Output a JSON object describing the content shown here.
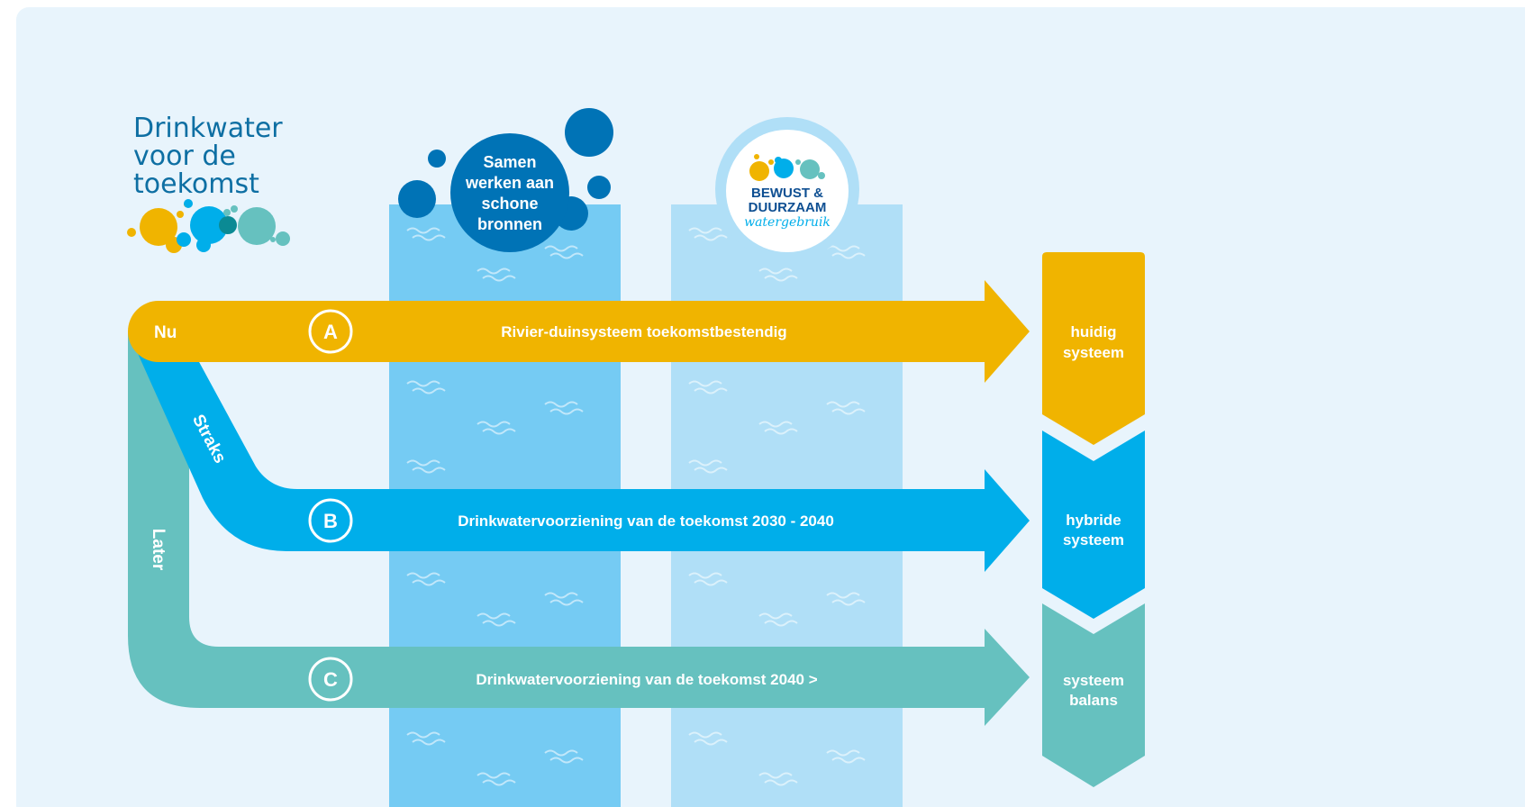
{
  "logo": {
    "line1": "Drinkwater",
    "line2": "voor de",
    "line3": "toekomst"
  },
  "bubble": {
    "line1": "Samen",
    "line2": "werken aan",
    "line3": "schone",
    "line4": "bronnen"
  },
  "badge": {
    "line1": "BEWUST &",
    "line2": "DUURZAAM",
    "line3": "watergebruik"
  },
  "routes": {
    "a": {
      "letter": "A",
      "label": "Rivier-duinsysteem toekomstbestendig",
      "time": "Nu"
    },
    "b": {
      "letter": "B",
      "label": "Drinkwatervoorziening van de toekomst 2030 - 2040",
      "time": "Straks"
    },
    "c": {
      "letter": "C",
      "label": "Drinkwatervoorziening van de toekomst 2040 >",
      "time": "Later"
    }
  },
  "systems": {
    "a": {
      "line1": "huidig",
      "line2": "systeem"
    },
    "b": {
      "line1": "hybride",
      "line2": "systeem"
    },
    "c": {
      "line1": "systeem",
      "line2": "balans"
    }
  },
  "colors": {
    "background": "#e8f4fc",
    "route_a": "#f0b400",
    "route_b": "#00aeea",
    "route_c": "#66c1bf",
    "column_1": "#75cbf3",
    "column_2": "#b0dff7",
    "dark_blue": "#0073b6",
    "logo_text": "#0e6fa3"
  },
  "icons": [
    "wave-icon",
    "bubble-icon",
    "water-drop-logo-icon",
    "arrow-icon"
  ]
}
